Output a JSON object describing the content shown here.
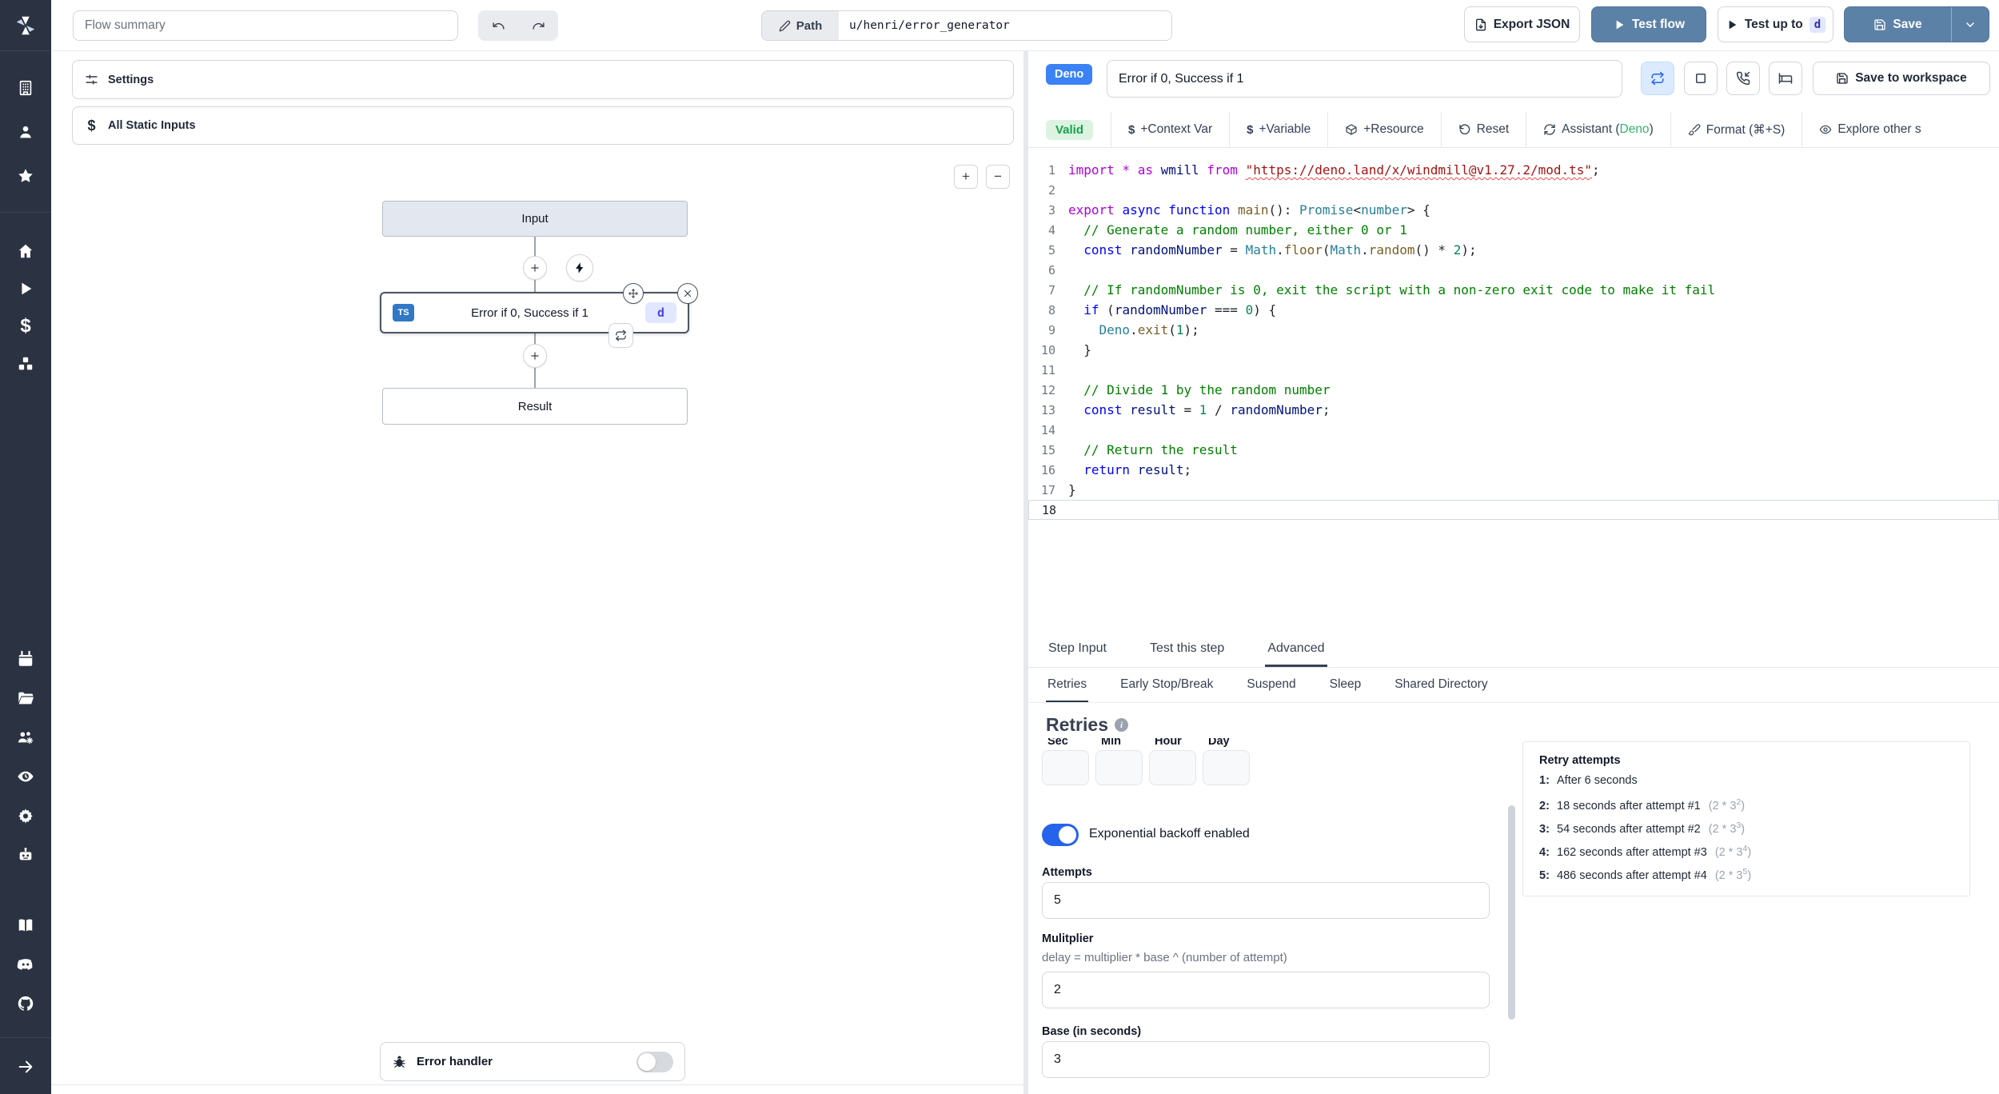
{
  "topbar": {
    "flow_summary_placeholder": "Flow summary",
    "path_label": "Path",
    "path_value": "u/henri/error_generator",
    "export_json_label": "Export JSON",
    "test_flow_label": "Test flow",
    "test_up_to_label": "Test up to",
    "test_up_to_badge": "d",
    "save_label": "Save"
  },
  "sidebar": {
    "groups": [
      [
        "building-icon",
        "user-icon",
        "star-icon"
      ],
      [
        "home-icon",
        "play-icon",
        "dollar-icon",
        "cubes-icon"
      ],
      [
        "calendar-icon",
        "folder-icon",
        "user-group-gear-icon",
        "eye-clock-icon",
        "gear-icon",
        "robot-icon"
      ],
      [
        "book-icon",
        "discord-icon",
        "github-icon"
      ],
      [
        "arrow-right-icon"
      ]
    ]
  },
  "left_panel": {
    "settings_label": "Settings",
    "static_inputs_label": "All Static Inputs",
    "zoom_in": "+",
    "zoom_out": "−",
    "graph": {
      "input_label": "Input",
      "step_lang_badge": "TS",
      "step_title": "Error if 0, Success if 1",
      "step_id_badge": "d",
      "result_label": "Result"
    },
    "error_handler_label": "Error handler"
  },
  "editor_header": {
    "lang_badge": "Deno",
    "title_value": "Error if 0, Success if 1",
    "save_to_workspace_label": "Save to workspace"
  },
  "toolbar": {
    "valid_label": "Valid",
    "context_var_label": "+Context Var",
    "variable_label": "+Variable",
    "resource_label": "+Resource",
    "reset_label": "Reset",
    "assistant_prefix": "Assistant (",
    "assistant_lang": "Deno",
    "assistant_suffix": ")",
    "format_label": "Format (⌘+S)",
    "explore_label": "Explore other s"
  },
  "code": {
    "lines": [
      [
        [
          "import * as ",
          "m"
        ],
        [
          "wmill ",
          "v"
        ],
        [
          "from ",
          "m"
        ],
        [
          "\"https://deno.land/x/windmill@v1.27.2/mod.ts\"",
          "s sq"
        ],
        [
          ";",
          "p"
        ]
      ],
      [],
      [
        [
          "export ",
          "m"
        ],
        [
          "async ",
          "k"
        ],
        [
          "function ",
          "k"
        ],
        [
          "main",
          "f"
        ],
        [
          "(): ",
          "p"
        ],
        [
          "Promise",
          "t"
        ],
        [
          "<",
          "p"
        ],
        [
          "number",
          "t"
        ],
        [
          "> {",
          "p"
        ]
      ],
      [
        [
          "  // Generate a random number, either 0 or 1",
          "c"
        ]
      ],
      [
        [
          "  ",
          "p"
        ],
        [
          "const ",
          "k"
        ],
        [
          "randomNumber",
          "v"
        ],
        [
          " = ",
          "p"
        ],
        [
          "Math",
          "t"
        ],
        [
          ".",
          "p"
        ],
        [
          "floor",
          "f"
        ],
        [
          "(",
          "p"
        ],
        [
          "Math",
          "t"
        ],
        [
          ".",
          "p"
        ],
        [
          "random",
          "f"
        ],
        [
          "() * ",
          "p"
        ],
        [
          "2",
          "n"
        ],
        [
          ");",
          "p"
        ]
      ],
      [],
      [
        [
          "  // If randomNumber is 0, exit the script with a non-zero exit code to make it fail",
          "c"
        ]
      ],
      [
        [
          "  ",
          "p"
        ],
        [
          "if ",
          "k"
        ],
        [
          "(",
          "p"
        ],
        [
          "randomNumber",
          "v"
        ],
        [
          " === ",
          "p"
        ],
        [
          "0",
          "n"
        ],
        [
          ") {",
          "p"
        ]
      ],
      [
        [
          "    ",
          "p"
        ],
        [
          "Deno",
          "t"
        ],
        [
          ".",
          "p"
        ],
        [
          "exit",
          "f"
        ],
        [
          "(",
          "p"
        ],
        [
          "1",
          "n"
        ],
        [
          ");",
          "p"
        ]
      ],
      [
        [
          "  }",
          "p"
        ]
      ],
      [],
      [
        [
          "  // Divide 1 by the random number",
          "c"
        ]
      ],
      [
        [
          "  ",
          "p"
        ],
        [
          "const ",
          "k"
        ],
        [
          "result",
          "v"
        ],
        [
          " = ",
          "p"
        ],
        [
          "1",
          "n"
        ],
        [
          " / ",
          "p"
        ],
        [
          "randomNumber",
          "v"
        ],
        [
          ";",
          "p"
        ]
      ],
      [],
      [
        [
          "  // Return the result",
          "c"
        ]
      ],
      [
        [
          "  ",
          "p"
        ],
        [
          "return ",
          "k"
        ],
        [
          "result",
          "v"
        ],
        [
          ";",
          "p"
        ]
      ],
      [
        [
          "}",
          "p"
        ]
      ],
      []
    ],
    "active_line": 18
  },
  "tabs": {
    "items": [
      "Step Input",
      "Test this step",
      "Advanced"
    ],
    "active": "Advanced"
  },
  "subtabs": {
    "items": [
      "Retries",
      "Early Stop/Break",
      "Suspend",
      "Sleep",
      "Shared Directory"
    ],
    "active": "Retries"
  },
  "retries": {
    "title": "Retries",
    "time_labels": [
      "Sec",
      "Min",
      "Hour",
      "Day"
    ],
    "backoff_label": "Exponential backoff enabled",
    "backoff_enabled": true,
    "attempts_label": "Attempts",
    "attempts_value": "5",
    "multiplier_label": "Mulitplier",
    "multiplier_hint": "delay = multiplier * base ^ (number of attempt)",
    "multiplier_value": "2",
    "base_label": "Base (in seconds)",
    "base_value": "3",
    "panel": {
      "title": "Retry attempts",
      "items": [
        {
          "label": "1:",
          "text": "After 6 seconds",
          "formula": null,
          "exp": null
        },
        {
          "label": "2:",
          "text": "18 seconds after attempt #1",
          "formula": "(2 * 3",
          "exp": "2"
        },
        {
          "label": "3:",
          "text": "54 seconds after attempt #2",
          "formula": "(2 * 3",
          "exp": "3"
        },
        {
          "label": "4:",
          "text": "162 seconds after attempt #3",
          "formula": "(2 * 3",
          "exp": "4"
        },
        {
          "label": "5:",
          "text": "486 seconds after attempt #4",
          "formula": "(2 * 3",
          "exp": "5"
        }
      ]
    }
  },
  "colors": {
    "sidebar_bg": "#2b3342",
    "primary_button_blue": "#5c81a7",
    "deno_badge_blue": "#3b82f6",
    "valid_green_bg": "#dcf3e1",
    "valid_green_text": "#16a34a",
    "toggle_on_blue": "#2563eb",
    "ts_badge_blue": "#3178c6",
    "id_badge_bg": "#e0e7ff",
    "id_badge_text": "#4f46e5"
  }
}
